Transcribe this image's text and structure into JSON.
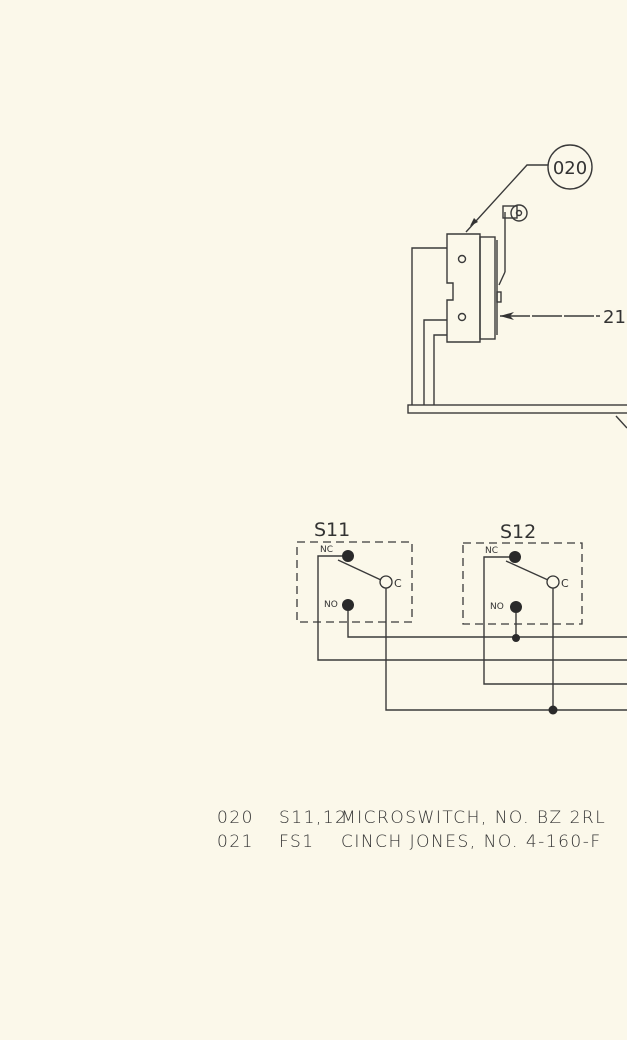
{
  "callouts": {
    "item_020": "020",
    "item_021": "21"
  },
  "switches": [
    {
      "name": "S11",
      "nc": "NC",
      "c": "C",
      "no": "NO"
    },
    {
      "name": "S12",
      "nc": "NC",
      "c": "C",
      "no": "NO"
    }
  ],
  "parts_list": [
    {
      "item": "020",
      "ref": "S11,12",
      "desc": "MICROSWITCH, NO. BZ 2RL"
    },
    {
      "item": "021",
      "ref": "FS1",
      "desc": "CINCH JONES, NO. 4-160-F"
    }
  ]
}
